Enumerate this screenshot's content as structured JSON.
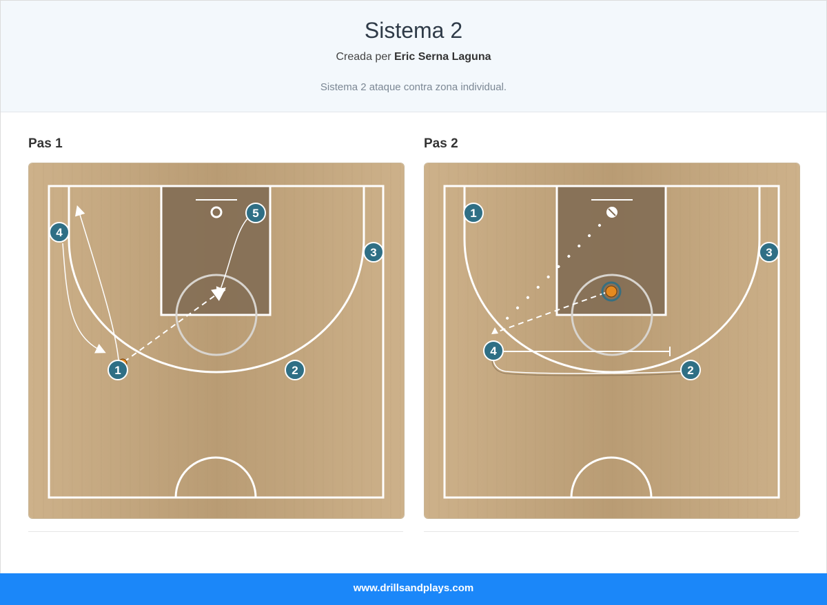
{
  "header": {
    "title": "Sistema 2",
    "creator_prefix": "Creada per",
    "creator_name": "Eric Serna Laguna",
    "description": "Sistema 2 ataque contra zona individual."
  },
  "steps": [
    {
      "label": "Pas 1",
      "players": [
        {
          "number": "1"
        },
        {
          "number": "2"
        },
        {
          "number": "3"
        },
        {
          "number": "4"
        },
        {
          "number": "5"
        }
      ]
    },
    {
      "label": "Pas 2",
      "players": [
        {
          "number": "1"
        },
        {
          "number": "2"
        },
        {
          "number": "3"
        },
        {
          "number": "4"
        }
      ]
    }
  ],
  "footer": {
    "link": "www.drillsandplays.com"
  },
  "colors": {
    "player_fill": "#2f6f85",
    "footer_bg": "#1b87f9",
    "court_wood": "#c8aa80",
    "paint": "#7f6a52"
  }
}
